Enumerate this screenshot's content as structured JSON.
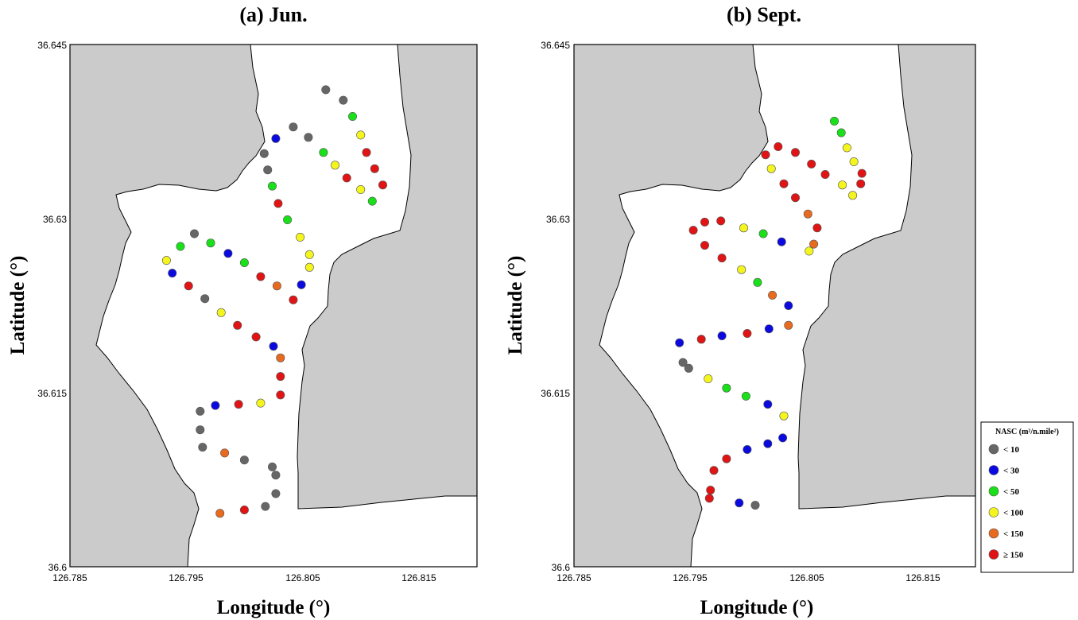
{
  "chart_data": [
    {
      "type": "scatter",
      "title": "(a) Jun.",
      "xlabel": "Longitude (°)",
      "ylabel": "Latitude (°)",
      "xlim": [
        126.785,
        126.82
      ],
      "ylim": [
        36.6,
        36.645
      ],
      "xticks": [
        "126.785",
        "126.795",
        "126.805",
        "126.815"
      ],
      "yticks": [
        "36.6",
        "36.615",
        "36.63",
        "36.645"
      ],
      "points": [
        {
          "lon": 126.807,
          "lat": 36.6411,
          "class": "< 10"
        },
        {
          "lon": 126.8085,
          "lat": 36.6402,
          "class": "< 10"
        },
        {
          "lon": 126.8093,
          "lat": 36.6388,
          "class": "< 50"
        },
        {
          "lon": 126.81,
          "lat": 36.6372,
          "class": "< 100"
        },
        {
          "lon": 126.8105,
          "lat": 36.6357,
          "class": "≥ 150"
        },
        {
          "lon": 126.8112,
          "lat": 36.6343,
          "class": "≥ 150"
        },
        {
          "lon": 126.8119,
          "lat": 36.6329,
          "class": "≥ 150"
        },
        {
          "lon": 126.811,
          "lat": 36.6315,
          "class": "< 50"
        },
        {
          "lon": 126.81,
          "lat": 36.6325,
          "class": "< 100"
        },
        {
          "lon": 126.8088,
          "lat": 36.6335,
          "class": "≥ 150"
        },
        {
          "lon": 126.8078,
          "lat": 36.6346,
          "class": "< 100"
        },
        {
          "lon": 126.8068,
          "lat": 36.6357,
          "class": "< 50"
        },
        {
          "lon": 126.8055,
          "lat": 36.637,
          "class": "< 10"
        },
        {
          "lon": 126.8042,
          "lat": 36.6379,
          "class": "< 10"
        },
        {
          "lon": 126.8027,
          "lat": 36.6369,
          "class": "< 30"
        },
        {
          "lon": 126.8017,
          "lat": 36.6356,
          "class": "< 10"
        },
        {
          "lon": 126.802,
          "lat": 36.6342,
          "class": "< 10"
        },
        {
          "lon": 126.8024,
          "lat": 36.6328,
          "class": "< 50"
        },
        {
          "lon": 126.8029,
          "lat": 36.6313,
          "class": "≥ 150"
        },
        {
          "lon": 126.8037,
          "lat": 36.6299,
          "class": "< 50"
        },
        {
          "lon": 126.8048,
          "lat": 36.6284,
          "class": "< 100"
        },
        {
          "lon": 126.8056,
          "lat": 36.6269,
          "class": "< 100"
        },
        {
          "lon": 126.8056,
          "lat": 36.6258,
          "class": "< 100"
        },
        {
          "lon": 126.8049,
          "lat": 36.6243,
          "class": "< 30"
        },
        {
          "lon": 126.8042,
          "lat": 36.623,
          "class": "≥ 150"
        },
        {
          "lon": 126.8028,
          "lat": 36.6242,
          "class": "< 150"
        },
        {
          "lon": 126.8014,
          "lat": 36.625,
          "class": "≥ 150"
        },
        {
          "lon": 126.8,
          "lat": 36.6262,
          "class": "< 50"
        },
        {
          "lon": 126.7986,
          "lat": 36.627,
          "class": "< 30"
        },
        {
          "lon": 126.7971,
          "lat": 36.6279,
          "class": "< 50"
        },
        {
          "lon": 126.7957,
          "lat": 36.6287,
          "class": "< 10"
        },
        {
          "lon": 126.7945,
          "lat": 36.6276,
          "class": "< 50"
        },
        {
          "lon": 126.7933,
          "lat": 36.6264,
          "class": "< 100"
        },
        {
          "lon": 126.7938,
          "lat": 36.6253,
          "class": "< 30"
        },
        {
          "lon": 126.7952,
          "lat": 36.6242,
          "class": "≥ 150"
        },
        {
          "lon": 126.7966,
          "lat": 36.6231,
          "class": "< 10"
        },
        {
          "lon": 126.798,
          "lat": 36.6219,
          "class": "< 100"
        },
        {
          "lon": 126.7994,
          "lat": 36.6208,
          "class": "≥ 150"
        },
        {
          "lon": 126.801,
          "lat": 36.6198,
          "class": "≥ 150"
        },
        {
          "lon": 126.8025,
          "lat": 36.619,
          "class": "< 30"
        },
        {
          "lon": 126.8031,
          "lat": 36.618,
          "class": "< 150"
        },
        {
          "lon": 126.8031,
          "lat": 36.6164,
          "class": "≥ 150"
        },
        {
          "lon": 126.8031,
          "lat": 36.6148,
          "class": "≥ 150"
        },
        {
          "lon": 126.8014,
          "lat": 36.6141,
          "class": "< 100"
        },
        {
          "lon": 126.7995,
          "lat": 36.614,
          "class": "≥ 150"
        },
        {
          "lon": 126.7975,
          "lat": 36.6139,
          "class": "< 30"
        },
        {
          "lon": 126.7962,
          "lat": 36.6134,
          "class": "< 10"
        },
        {
          "lon": 126.7962,
          "lat": 36.6118,
          "class": "< 10"
        },
        {
          "lon": 126.7964,
          "lat": 36.6103,
          "class": "< 10"
        },
        {
          "lon": 126.7983,
          "lat": 36.6098,
          "class": "< 150"
        },
        {
          "lon": 126.8,
          "lat": 36.6092,
          "class": "< 10"
        },
        {
          "lon": 126.8024,
          "lat": 36.6086,
          "class": "< 10"
        },
        {
          "lon": 126.8027,
          "lat": 36.6079,
          "class": "< 10"
        },
        {
          "lon": 126.8027,
          "lat": 36.6063,
          "class": "< 10"
        },
        {
          "lon": 126.8018,
          "lat": 36.6052,
          "class": "< 10"
        },
        {
          "lon": 126.8,
          "lat": 36.6049,
          "class": "≥ 150"
        },
        {
          "lon": 126.7979,
          "lat": 36.6046,
          "class": "< 150"
        }
      ]
    },
    {
      "type": "scatter",
      "title": "(b) Sept.",
      "xlabel": "Longitude (°)",
      "ylabel": "Latitude (°)",
      "xlim": [
        126.785,
        126.82
      ],
      "ylim": [
        36.6,
        36.645
      ],
      "xticks": [
        "126.785",
        "126.795",
        "126.805",
        "126.815"
      ],
      "yticks": [
        "36.6",
        "36.615",
        "36.63",
        "36.645"
      ],
      "points": [
        {
          "lon": 126.8077,
          "lat": 36.6384,
          "class": "< 50"
        },
        {
          "lon": 126.8083,
          "lat": 36.6374,
          "class": "< 50"
        },
        {
          "lon": 126.8088,
          "lat": 36.6361,
          "class": "< 100"
        },
        {
          "lon": 126.8094,
          "lat": 36.6349,
          "class": "< 100"
        },
        {
          "lon": 126.8101,
          "lat": 36.6339,
          "class": "≥ 150"
        },
        {
          "lon": 126.81,
          "lat": 36.633,
          "class": "≥ 150"
        },
        {
          "lon": 126.8093,
          "lat": 36.632,
          "class": "< 100"
        },
        {
          "lon": 126.8084,
          "lat": 36.6329,
          "class": "< 100"
        },
        {
          "lon": 126.8069,
          "lat": 36.6338,
          "class": "≥ 150"
        },
        {
          "lon": 126.8057,
          "lat": 36.6347,
          "class": "≥ 150"
        },
        {
          "lon": 126.8043,
          "lat": 36.6357,
          "class": "≥ 150"
        },
        {
          "lon": 126.8028,
          "lat": 36.6362,
          "class": "≥ 150"
        },
        {
          "lon": 126.8017,
          "lat": 36.6355,
          "class": "≥ 150"
        },
        {
          "lon": 126.8022,
          "lat": 36.6343,
          "class": "< 100"
        },
        {
          "lon": 126.8033,
          "lat": 36.633,
          "class": "≥ 150"
        },
        {
          "lon": 126.8043,
          "lat": 36.6318,
          "class": "≥ 150"
        },
        {
          "lon": 126.8054,
          "lat": 36.6304,
          "class": "< 150"
        },
        {
          "lon": 126.8062,
          "lat": 36.6292,
          "class": "≥ 150"
        },
        {
          "lon": 126.8059,
          "lat": 36.6278,
          "class": "< 150"
        },
        {
          "lon": 126.8055,
          "lat": 36.6272,
          "class": "< 100"
        },
        {
          "lon": 126.8031,
          "lat": 36.628,
          "class": "< 30"
        },
        {
          "lon": 126.8015,
          "lat": 36.6287,
          "class": "< 50"
        },
        {
          "lon": 126.7998,
          "lat": 36.6292,
          "class": "< 100"
        },
        {
          "lon": 126.7978,
          "lat": 36.6298,
          "class": "≥ 150"
        },
        {
          "lon": 126.7964,
          "lat": 36.6297,
          "class": "≥ 150"
        },
        {
          "lon": 126.7954,
          "lat": 36.629,
          "class": "≥ 150"
        },
        {
          "lon": 126.7964,
          "lat": 36.6277,
          "class": "≥ 150"
        },
        {
          "lon": 126.7979,
          "lat": 36.6266,
          "class": "≥ 150"
        },
        {
          "lon": 126.7996,
          "lat": 36.6256,
          "class": "< 100"
        },
        {
          "lon": 126.801,
          "lat": 36.6245,
          "class": "< 50"
        },
        {
          "lon": 126.8023,
          "lat": 36.6234,
          "class": "< 150"
        },
        {
          "lon": 126.8037,
          "lat": 36.6225,
          "class": "< 30"
        },
        {
          "lon": 126.8037,
          "lat": 36.6208,
          "class": "< 150"
        },
        {
          "lon": 126.802,
          "lat": 36.6205,
          "class": "< 30"
        },
        {
          "lon": 126.8001,
          "lat": 36.6201,
          "class": "≥ 150"
        },
        {
          "lon": 126.7979,
          "lat": 36.6199,
          "class": "< 30"
        },
        {
          "lon": 126.7961,
          "lat": 36.6196,
          "class": "≥ 150"
        },
        {
          "lon": 126.7942,
          "lat": 36.6193,
          "class": "< 30"
        },
        {
          "lon": 126.7945,
          "lat": 36.6176,
          "class": "< 10"
        },
        {
          "lon": 126.795,
          "lat": 36.6171,
          "class": "< 10"
        },
        {
          "lon": 126.7967,
          "lat": 36.6162,
          "class": "< 100"
        },
        {
          "lon": 126.7983,
          "lat": 36.6154,
          "class": "< 50"
        },
        {
          "lon": 126.8,
          "lat": 36.6147,
          "class": "< 50"
        },
        {
          "lon": 126.8019,
          "lat": 36.614,
          "class": "< 30"
        },
        {
          "lon": 126.8033,
          "lat": 36.613,
          "class": "< 100"
        },
        {
          "lon": 126.8032,
          "lat": 36.6111,
          "class": "< 30"
        },
        {
          "lon": 126.8019,
          "lat": 36.6106,
          "class": "< 30"
        },
        {
          "lon": 126.8001,
          "lat": 36.6101,
          "class": "< 30"
        },
        {
          "lon": 126.7983,
          "lat": 36.6093,
          "class": "≥ 150"
        },
        {
          "lon": 126.7972,
          "lat": 36.6083,
          "class": "≥ 150"
        },
        {
          "lon": 126.7969,
          "lat": 36.6066,
          "class": "≥ 150"
        },
        {
          "lon": 126.7968,
          "lat": 36.6059,
          "class": "≥ 150"
        },
        {
          "lon": 126.7994,
          "lat": 36.6055,
          "class": "< 30"
        },
        {
          "lon": 126.8008,
          "lat": 36.6053,
          "class": "< 10"
        }
      ]
    }
  ],
  "legend": {
    "title": "NASC (m²/n.mile²)",
    "items": [
      {
        "label": "< 10",
        "color": "#666666"
      },
      {
        "label": "< 30",
        "color": "#0a0ae0"
      },
      {
        "label": "< 50",
        "color": "#19e019"
      },
      {
        "label": "< 100",
        "color": "#f5f51e"
      },
      {
        "label": "< 150",
        "color": "#e86a1f"
      },
      {
        "label": "≥ 150",
        "color": "#e01414"
      }
    ]
  },
  "colors": {
    "land": "#cbcbcb",
    "water": "#ffffff"
  }
}
